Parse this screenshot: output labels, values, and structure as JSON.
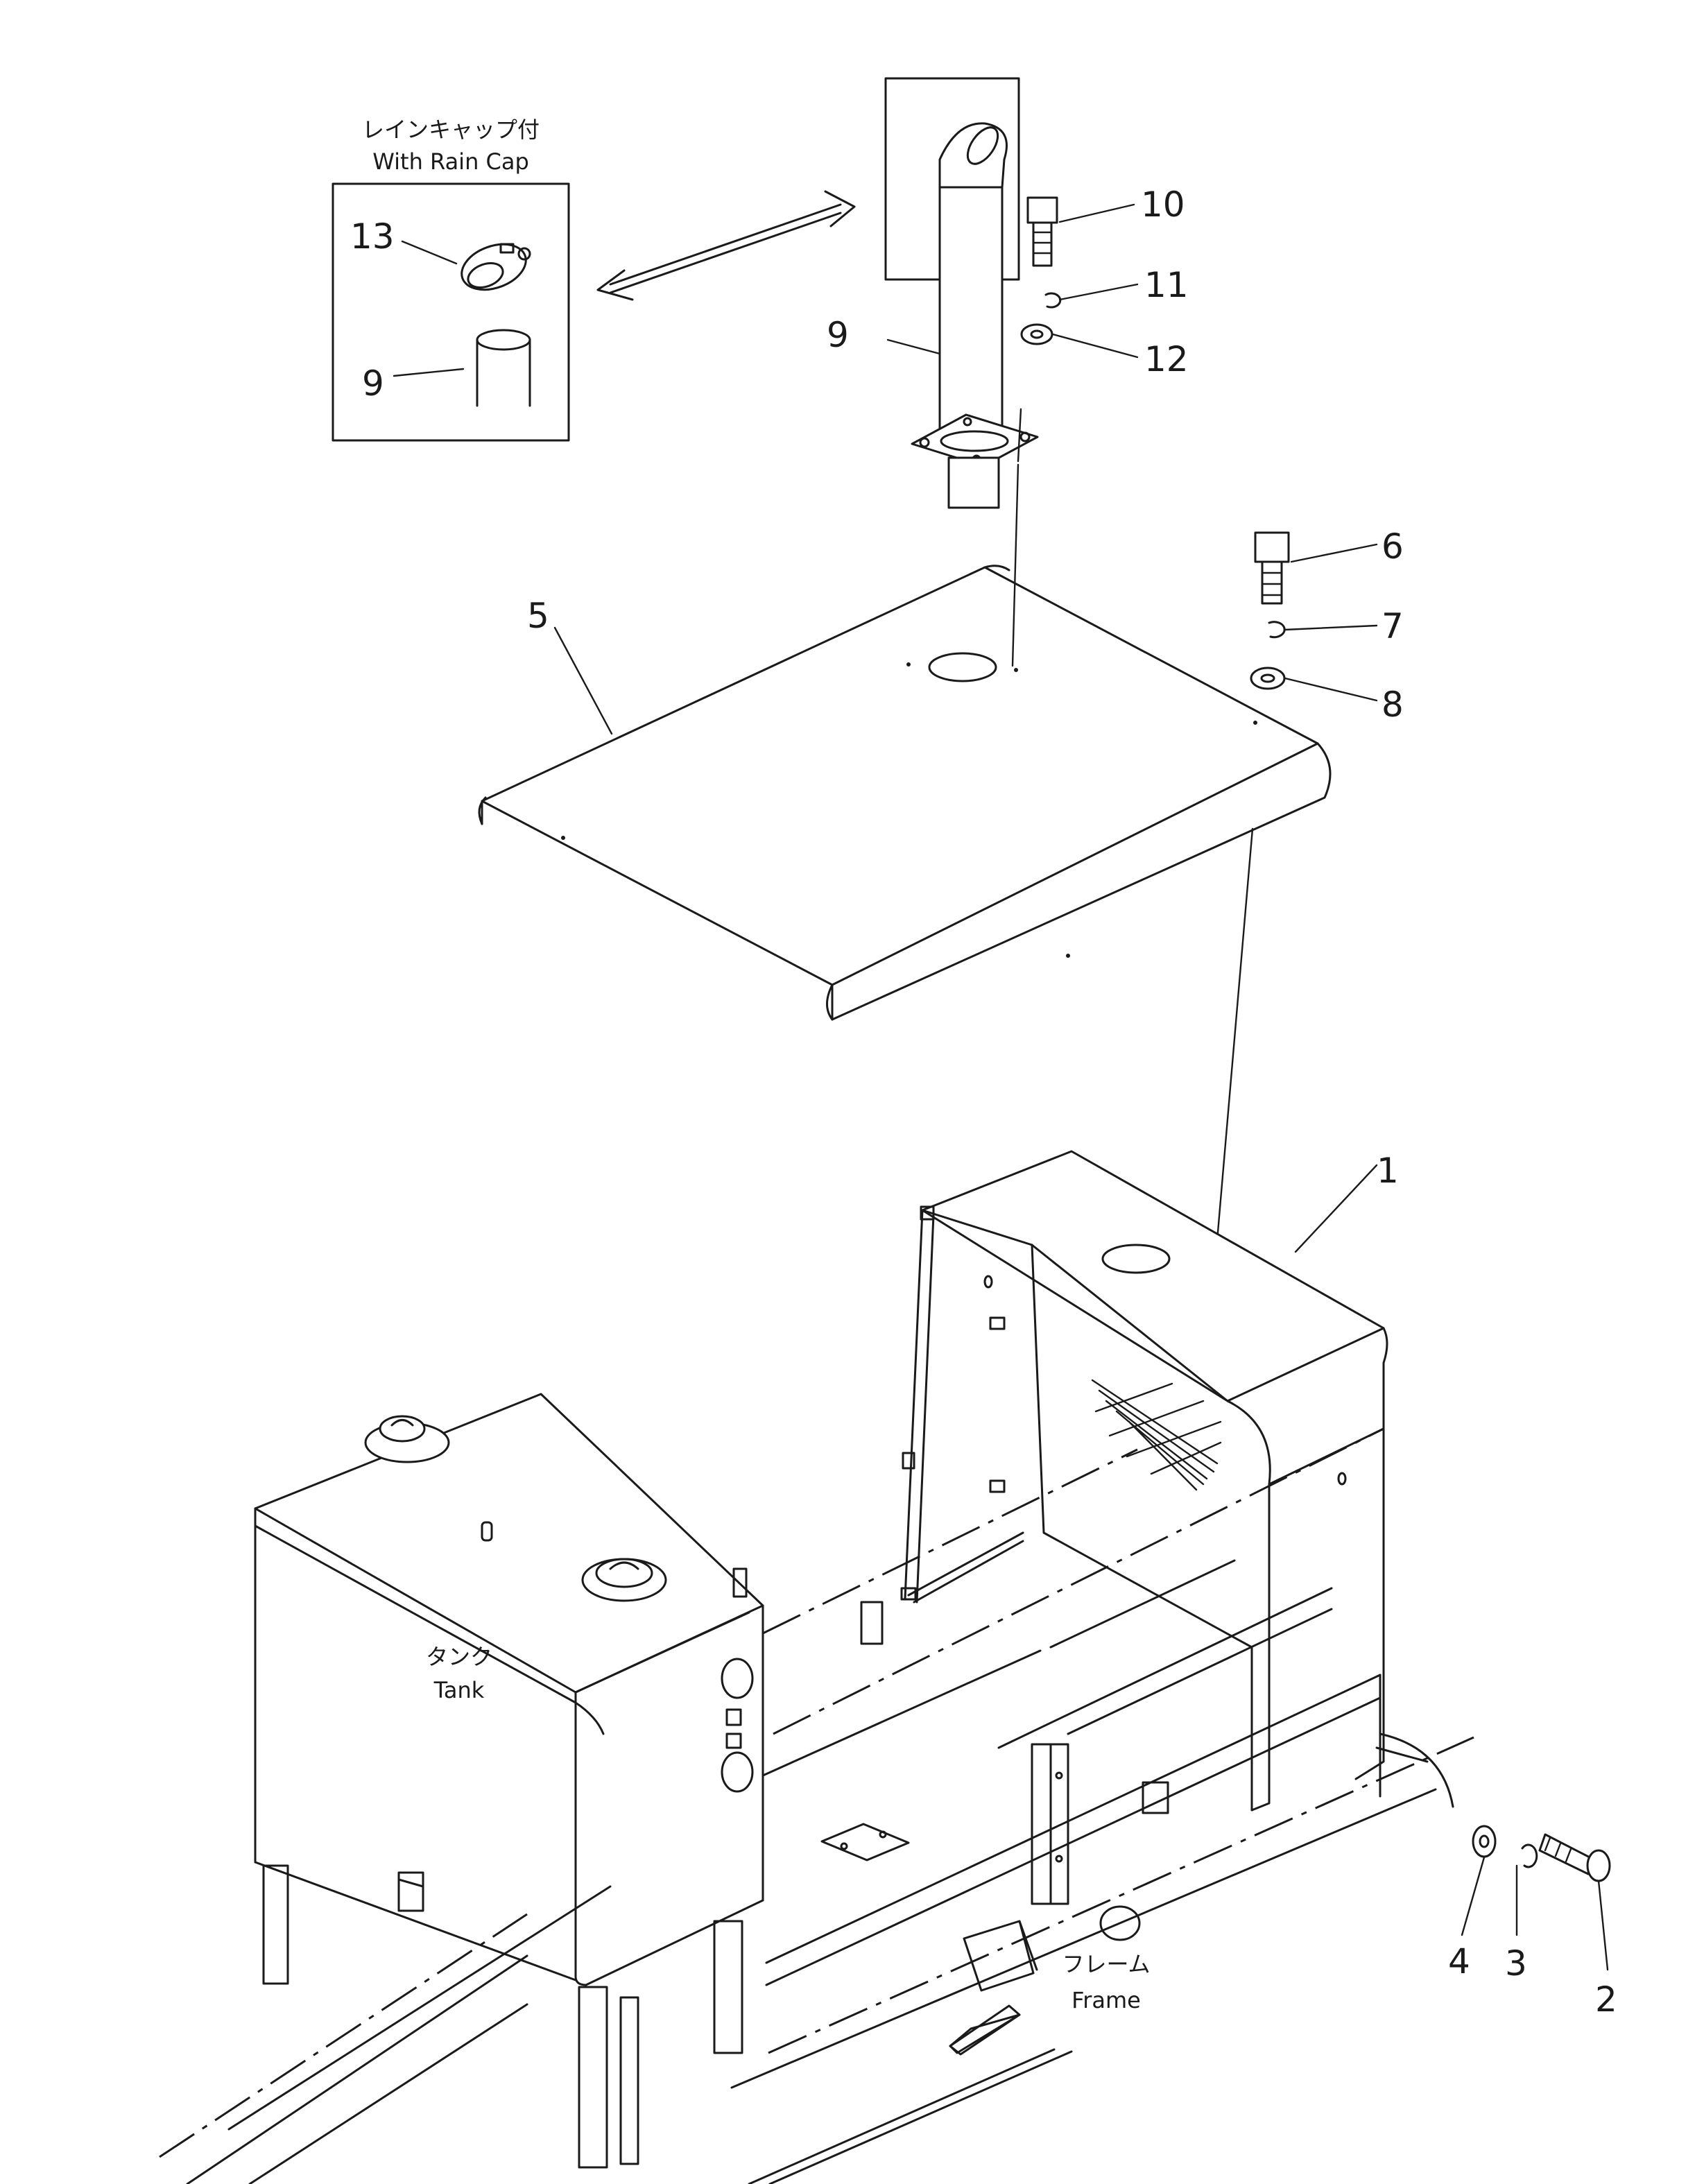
{
  "inset": {
    "title_jp": "レインキャップ付",
    "title_en": "With Rain Cap"
  },
  "labels": {
    "tank_jp": "タンク",
    "tank_en": "Tank",
    "frame_jp": "フレーム",
    "frame_en": "Frame"
  },
  "callouts": {
    "c1": "1",
    "c2": "2",
    "c3": "3",
    "c4": "4",
    "c5": "5",
    "c6": "6",
    "c7": "7",
    "c8": "8",
    "c9a": "9",
    "c9b": "9",
    "c10": "10",
    "c11": "11",
    "c12": "12",
    "c13": "13"
  }
}
